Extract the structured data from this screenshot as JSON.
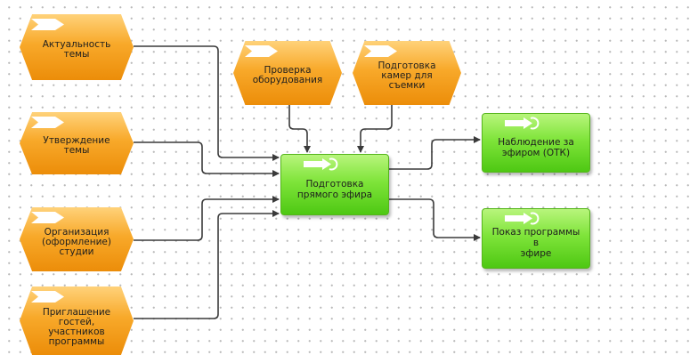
{
  "diagram": {
    "events": [
      {
        "id": "relevance",
        "label": "Актуальность\nтемы"
      },
      {
        "id": "approval",
        "label": "Утверждение\nтемы"
      },
      {
        "id": "studio",
        "label": "Организация\n(оформление)\nстудии"
      },
      {
        "id": "guests",
        "label": "Приглашение\nгостей,\nучастников\nпрограммы"
      },
      {
        "id": "equipment",
        "label": "Проверка\nоборудования"
      },
      {
        "id": "cameras",
        "label": "Подготовка\nкамер для\nсъемки"
      }
    ],
    "functions": [
      {
        "id": "prep",
        "label": "Подготовка\nпрямого эфира"
      },
      {
        "id": "monitor",
        "label": "Наблюдение за\nэфиром (ОТК)"
      },
      {
        "id": "show",
        "label": "Показ программы в\nэфире"
      }
    ],
    "connections": [
      {
        "from": "relevance",
        "to": "prep"
      },
      {
        "from": "approval",
        "to": "prep"
      },
      {
        "from": "studio",
        "to": "prep"
      },
      {
        "from": "guests",
        "to": "prep"
      },
      {
        "from": "equipment",
        "to": "prep"
      },
      {
        "from": "cameras",
        "to": "prep"
      },
      {
        "from": "prep",
        "to": "monitor"
      },
      {
        "from": "prep",
        "to": "show"
      }
    ],
    "colors": {
      "event_fill": "#f8a92a",
      "function_fill": "#7fe43a",
      "connector": "#3a3a3a"
    },
    "icons": {
      "event": "event-arrow-icon",
      "function": "function-arrow-icon"
    }
  }
}
